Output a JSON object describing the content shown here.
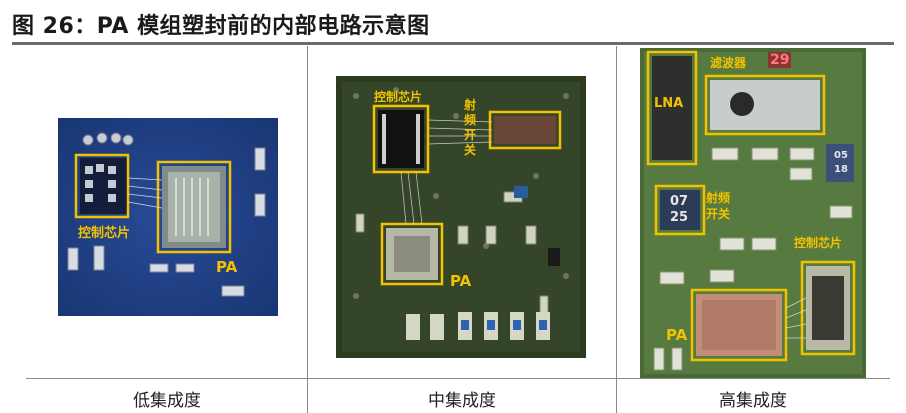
{
  "figure": {
    "title": "图 26：PA 模组塑封前的内部电路示意图"
  },
  "panels": [
    {
      "caption": "低集成度",
      "labels": {
        "control_chip": "控制芯片",
        "pa": "PA"
      }
    },
    {
      "caption": "中集成度",
      "labels": {
        "control_chip": "控制芯片",
        "rf_switch": "射频开关",
        "pa": "PA"
      }
    },
    {
      "caption": "高集成度",
      "labels": {
        "lna": "LNA",
        "filter": "滤波器",
        "filter_code": "29",
        "rf_switch": "射频开关",
        "switch_code_1": "07",
        "switch_code_2": "25",
        "chip_code_1": "05",
        "chip_code_2": "18",
        "control_chip": "控制芯片",
        "pa": "PA"
      }
    }
  ],
  "colors": {
    "highlight": "#f2c200",
    "board_low": "#1f3f86",
    "board_mid": "#2c3a1e",
    "board_high": "#4a6a35"
  }
}
